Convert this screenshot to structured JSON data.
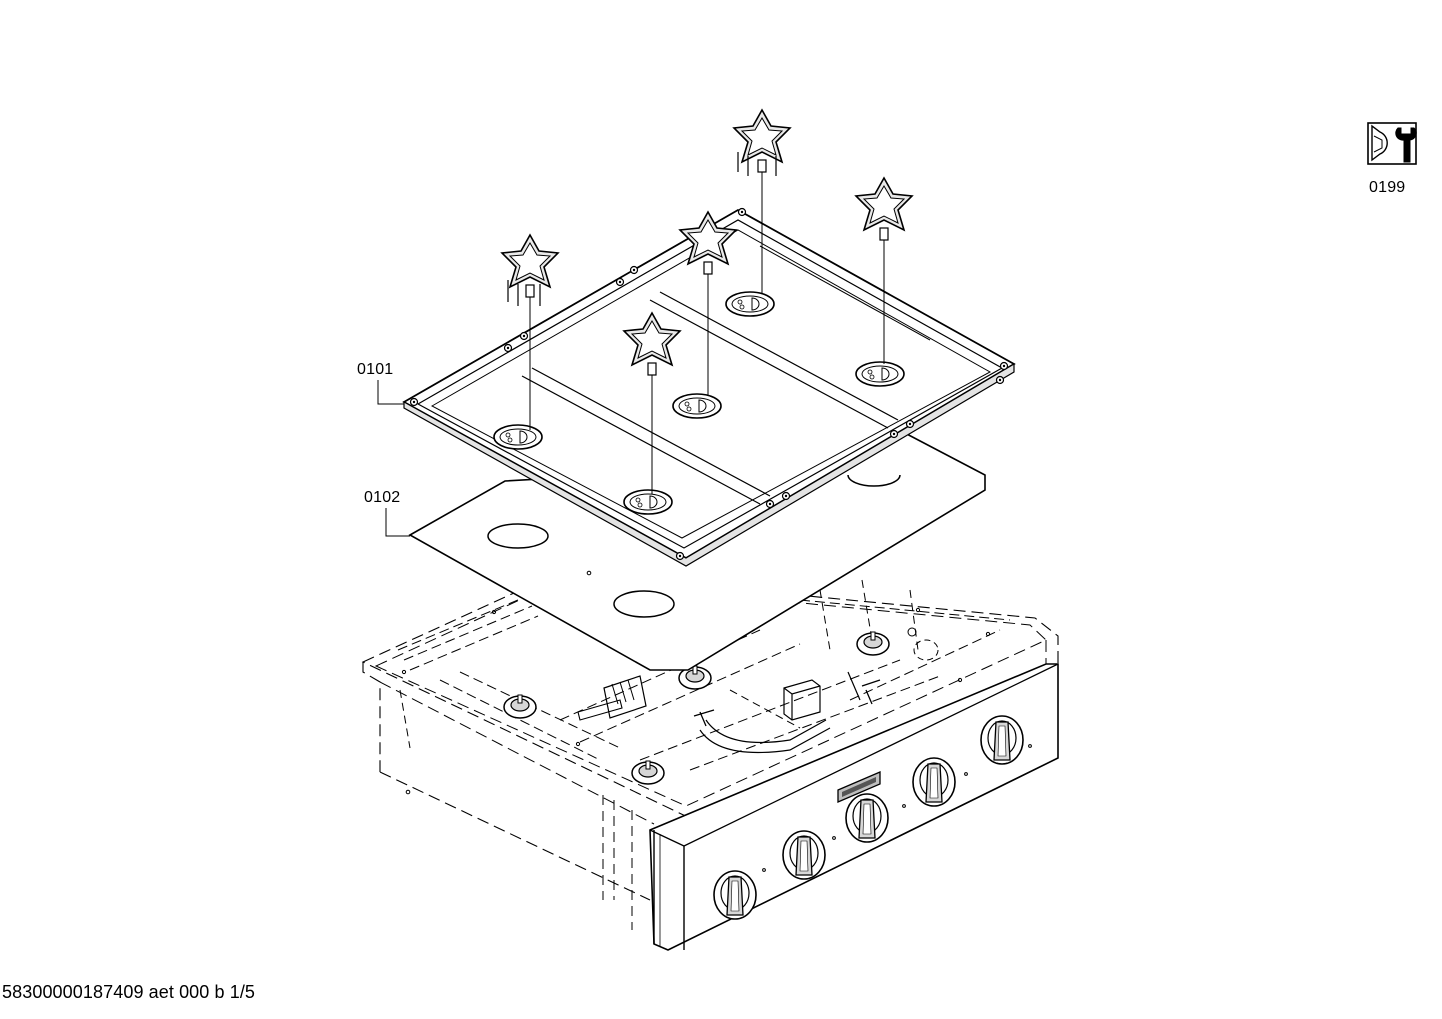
{
  "callouts": {
    "grate_tray": "0101",
    "gasket": "0102",
    "service_part": "0199"
  },
  "document_reference": "58300000187409 aet 000 b 1/5",
  "icons": {
    "service": "wrench-icon"
  },
  "colors": {
    "line": "#000000",
    "part_fill": "#ffffff",
    "shade": "#cfcfcf"
  }
}
